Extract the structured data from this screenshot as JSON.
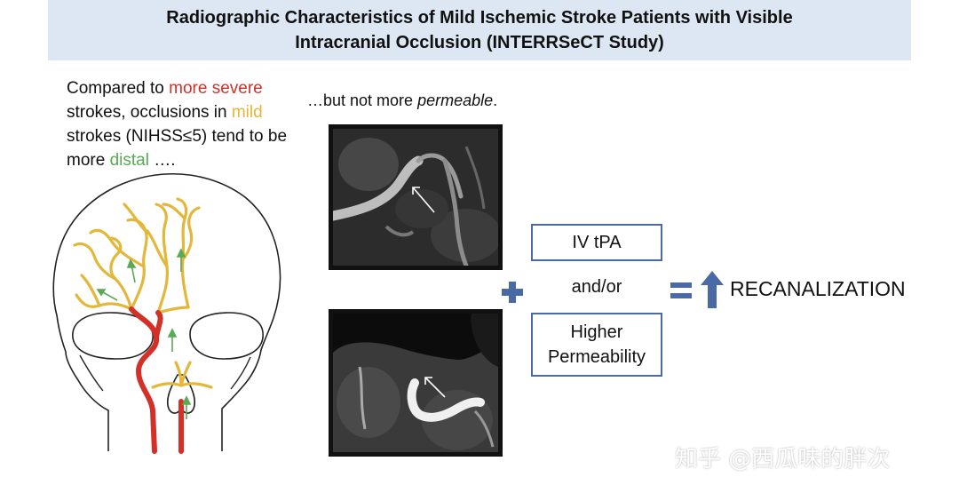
{
  "title": {
    "line1": "Radiographic Characteristics of Mild Ischemic Stroke Patients with Visible",
    "line2": "Intracranial Occlusion (INTERRSeCT Study)"
  },
  "left_text": {
    "p1": "Compared to ",
    "more_severe": "more severe",
    "p2": " strokes, occlusions in ",
    "mild": "mild",
    "p3": " strokes (NIHSS≤5) tend to be more ",
    "distal": "distal",
    "p4": " …."
  },
  "caption": {
    "prefix": "…but not more ",
    "emphasis": "permeable",
    "suffix": "."
  },
  "boxes": {
    "tpa": "IV tPA",
    "andor": "and/or",
    "perm_line1": "Higher",
    "perm_line2": "Permeability"
  },
  "result": "RECANALIZATION",
  "watermark": "知乎 @西瓜味的胖次",
  "colors": {
    "title_bg": "#dde7f4",
    "severe_red": "#d33028",
    "mild_yellow": "#e3b73a",
    "distal_green": "#5aa954",
    "box_border": "#4a6aa5",
    "accent_blue": "#4a6aa5"
  },
  "icons": [
    "plus-icon",
    "equals-icon",
    "up-arrow-icon",
    "skull-illustration",
    "angiogram-image"
  ]
}
